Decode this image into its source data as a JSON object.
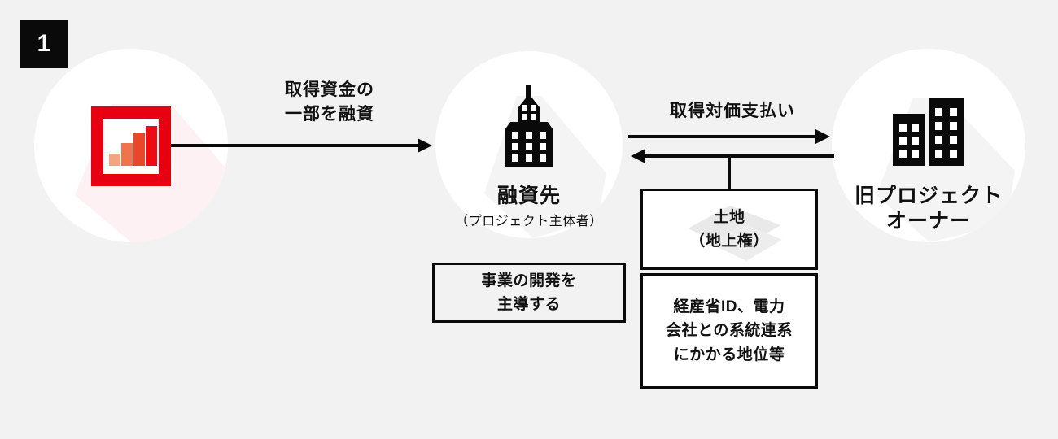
{
  "page": {
    "background_color": "#f2f2f2",
    "ink_color": "#0a0a0a",
    "accent_red": "#e60012"
  },
  "step": {
    "number": "1"
  },
  "nodes": [
    {
      "id": "lender",
      "icon": "growth-chart-icon",
      "title": "",
      "subtitle": ""
    },
    {
      "id": "borrower",
      "icon": "tower-building-icon",
      "title": "融資先",
      "subtitle": "（プロジェクト主体者）"
    },
    {
      "id": "former-owner",
      "icon": "two-buildings-icon",
      "title": "旧プロジェクト\nオーナー",
      "subtitle": ""
    }
  ],
  "edges": [
    {
      "id": "loan",
      "caption": "取得資金の\n一部を融資",
      "direction": "right"
    },
    {
      "id": "payment",
      "caption": "取得対価支払い",
      "direction": "both"
    }
  ],
  "boxes": [
    {
      "id": "lead-development",
      "text": "事業の開発を\n主導する",
      "style": "transparent"
    },
    {
      "id": "land",
      "text": "土地\n（地上権）",
      "style": "white",
      "watermark": "land-plot-icon"
    },
    {
      "id": "assets",
      "text": "経産省ID、電力\n会社との系統連系\nにかかる地位等",
      "style": "white"
    }
  ],
  "chart_icon": {
    "frame_color": "#e60012",
    "bars": [
      {
        "color": "#f5a383",
        "height_ratio": 0.3
      },
      {
        "color": "#f07349",
        "height_ratio": 0.54
      },
      {
        "color": "#e8482a",
        "height_ratio": 0.76
      },
      {
        "color": "#ed0b16",
        "height_ratio": 1.0
      }
    ]
  }
}
